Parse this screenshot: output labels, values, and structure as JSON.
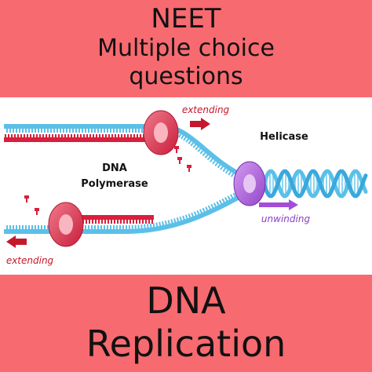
{
  "header": {
    "line1": "NEET",
    "line2": "Multiple choice",
    "line3": "questions"
  },
  "footer": {
    "line1": "DNA",
    "line2": "Replication"
  },
  "diagram": {
    "labels": {
      "extending_top": "extending",
      "extending_bottom": "extending",
      "helicase": "Helicase",
      "dna_polymerase_line1": "DNA",
      "dna_polymerase_line2": "Polymerase",
      "unwinding": "unwinding"
    },
    "colors": {
      "band": "#f76a70",
      "strand": "#5bc0e8",
      "new_strand": "#d81f3c",
      "polymerase": "#e8405a",
      "helicase": "#b66de0",
      "arrow_red": "#c4182d",
      "arrow_purple": "#a24ed8",
      "label_red": "#c4182d",
      "label_purple": "#8a3ec6"
    }
  }
}
